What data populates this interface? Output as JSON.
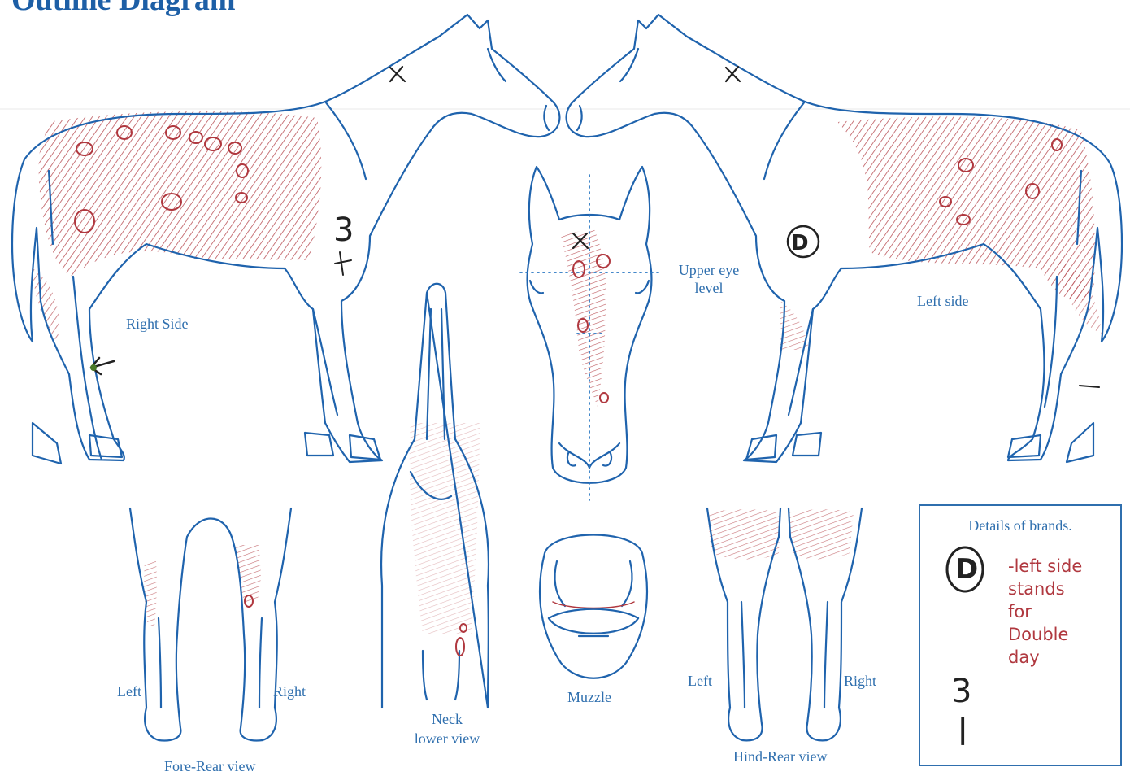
{
  "title": "Outline Diagram",
  "labels": {
    "right_side": "Right Side",
    "left_side": "Left side",
    "upper_eye_level_1": "Upper eye",
    "upper_eye_level_2": "level",
    "fore_left": "Left",
    "fore_right": "Right",
    "fore_rear_view": "Fore-Rear view",
    "neck_1": "Neck",
    "neck_2": "lower view",
    "muzzle": "Muzzle",
    "hind_left": "Left",
    "hind_right": "Right",
    "hind_rear_view": "Hind-Rear view"
  },
  "markings_handwritten": {
    "right_neck_mark": "3",
    "left_shoulder_brand": "D"
  },
  "brands_box": {
    "header": "Details of brands.",
    "brand_1_symbol": "D",
    "brand_1_note": [
      "-left side",
      "stands",
      "for",
      "Double",
      "day"
    ],
    "brand_2_symbol": "3",
    "brand_2_mark": "|"
  },
  "colors": {
    "outline": "#1f63ad",
    "label": "#2f6fae",
    "markings": "#b0383f",
    "guide": "#2b78c2"
  }
}
